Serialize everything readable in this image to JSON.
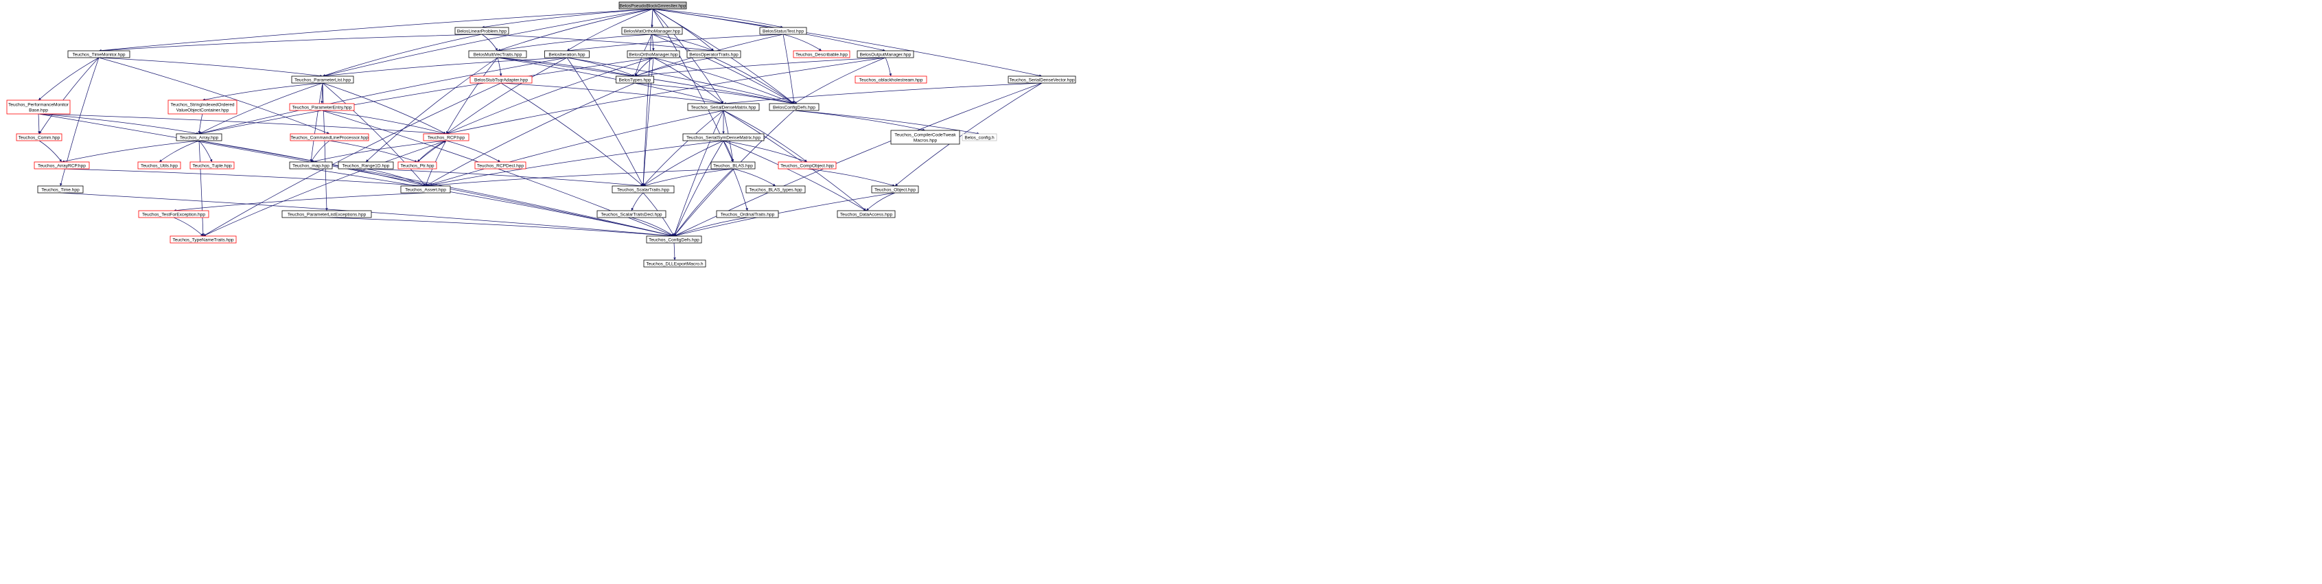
{
  "colors": {
    "edge": "#191970",
    "root_fill": "#bfbfbf",
    "root_border": "#000000",
    "documented_border": "#000000",
    "truncated_border": "#ff0000",
    "external_border": "#bfbfbf",
    "node_fill": "#ffffff"
  },
  "nodes": [
    {
      "id": "root",
      "label": "BelosPseudoBlockGmresIter.hpp",
      "kind": "root"
    },
    {
      "id": "linprob",
      "label": "BelosLinearProblem.hpp",
      "kind": "normal"
    },
    {
      "id": "matortho",
      "label": "BelosMatOrthoManager.hpp",
      "kind": "normal"
    },
    {
      "id": "statustest",
      "label": "BelosStatusTest.hpp",
      "kind": "normal"
    },
    {
      "id": "timemon",
      "label": "Teuchos_TimeMonitor.hpp",
      "kind": "normal"
    },
    {
      "id": "multivec",
      "label": "BelosMultiVecTraits.hpp",
      "kind": "normal"
    },
    {
      "id": "iteration",
      "label": "BelosIteration.hpp",
      "kind": "normal"
    },
    {
      "id": "orthoman",
      "label": "BelosOrthoManager.hpp",
      "kind": "normal"
    },
    {
      "id": "optraits",
      "label": "BelosOperatorTraits.hpp",
      "kind": "normal"
    },
    {
      "id": "describable",
      "label": "Teuchos_Describable.hpp",
      "kind": "truncated"
    },
    {
      "id": "outman",
      "label": "BelosOutputManager.hpp",
      "kind": "normal"
    },
    {
      "id": "paramlist",
      "label": "Teuchos_ParameterList.hpp",
      "kind": "normal"
    },
    {
      "id": "tsqr",
      "label": "BelosStubTsqrAdapter.hpp",
      "kind": "truncated"
    },
    {
      "id": "belostypes",
      "label": "BelosTypes.hpp",
      "kind": "normal"
    },
    {
      "id": "oblack",
      "label": "Teuchos_oblackholestream.hpp",
      "kind": "truncated"
    },
    {
      "id": "serialdensevec",
      "label": "Teuchos_SerialDenseVector.hpp",
      "kind": "normal"
    },
    {
      "id": "perfmon",
      "label": "Teuchos_PerformanceMonitor\nBase.hpp",
      "kind": "truncated"
    },
    {
      "id": "strindexed",
      "label": "Teuchos_StringIndexedOrdered\nValueObjectContainer.hpp",
      "kind": "truncated"
    },
    {
      "id": "paramentry",
      "label": "Teuchos_ParameterEntry.hpp",
      "kind": "truncated"
    },
    {
      "id": "serialdensemat",
      "label": "Teuchos_SerialDenseMatrix.hpp",
      "kind": "normal"
    },
    {
      "id": "belosconfig",
      "label": "BelosConfigDefs.hpp",
      "kind": "normal"
    },
    {
      "id": "comm",
      "label": "Teuchos_Comm.hpp",
      "kind": "truncated"
    },
    {
      "id": "array",
      "label": "Teuchos_Array.hpp",
      "kind": "normal"
    },
    {
      "id": "cmdline",
      "label": "Teuchos_CommandLineProcessor.hpp",
      "kind": "truncated"
    },
    {
      "id": "rcp",
      "label": "Teuchos_RCP.hpp",
      "kind": "truncated"
    },
    {
      "id": "symdense",
      "label": "Teuchos_SerialSymDenseMatrix.hpp",
      "kind": "normal"
    },
    {
      "id": "compilertweak",
      "label": "Teuchos_CompilerCodeTweak\nMacros.hpp",
      "kind": "normal"
    },
    {
      "id": "belosconfigh",
      "label": "Belos_config.h",
      "kind": "external"
    },
    {
      "id": "arrayrcp",
      "label": "Teuchos_ArrayRCP.hpp",
      "kind": "truncated"
    },
    {
      "id": "utils",
      "label": "Teuchos_Utils.hpp",
      "kind": "truncated"
    },
    {
      "id": "tuple",
      "label": "Teuchos_Tuple.hpp",
      "kind": "truncated"
    },
    {
      "id": "map",
      "label": "Teuchos_map.hpp",
      "kind": "normal"
    },
    {
      "id": "range1d",
      "label": "Teuchos_Range1D.hpp",
      "kind": "normal"
    },
    {
      "id": "ptr",
      "label": "Teuchos_Ptr.hpp",
      "kind": "truncated"
    },
    {
      "id": "rcpdecl",
      "label": "Teuchos_RCPDecl.hpp",
      "kind": "truncated"
    },
    {
      "id": "blas",
      "label": "Teuchos_BLAS.hpp",
      "kind": "normal"
    },
    {
      "id": "compobj",
      "label": "Teuchos_CompObject.hpp",
      "kind": "truncated"
    },
    {
      "id": "time",
      "label": "Teuchos_Time.hpp",
      "kind": "normal"
    },
    {
      "id": "assert",
      "label": "Teuchos_Assert.hpp",
      "kind": "normal"
    },
    {
      "id": "scalartraits",
      "label": "Teuchos_ScalarTraits.hpp",
      "kind": "normal"
    },
    {
      "id": "blastypes",
      "label": "Teuchos_BLAS_types.hpp",
      "kind": "normal"
    },
    {
      "id": "object",
      "label": "Teuchos_Object.hpp",
      "kind": "normal"
    },
    {
      "id": "testforexc",
      "label": "Teuchos_TestForException.hpp",
      "kind": "truncated"
    },
    {
      "id": "plexc",
      "label": "Teuchos_ParameterListExceptions.hpp",
      "kind": "normal"
    },
    {
      "id": "sttdecl",
      "label": "Teuchos_ScalarTraitsDecl.hpp",
      "kind": "normal"
    },
    {
      "id": "ordinal",
      "label": "Teuchos_OrdinalTraits.hpp",
      "kind": "normal"
    },
    {
      "id": "dataaccess",
      "label": "Teuchos_DataAccess.hpp",
      "kind": "normal"
    },
    {
      "id": "typenametraits",
      "label": "Teuchos_TypeNameTraits.hpp",
      "kind": "truncated"
    },
    {
      "id": "teuchosconfig",
      "label": "Teuchos_ConfigDefs.hpp",
      "kind": "normal"
    },
    {
      "id": "dllexport",
      "label": "Teuchos_DLLExportMacro.h",
      "kind": "normal"
    }
  ],
  "edges": [
    [
      "root",
      "linprob"
    ],
    [
      "root",
      "matortho"
    ],
    [
      "root",
      "statustest"
    ],
    [
      "root",
      "timemon"
    ],
    [
      "root",
      "multivec"
    ],
    [
      "root",
      "iteration"
    ],
    [
      "root",
      "optraits"
    ],
    [
      "root",
      "outman"
    ],
    [
      "root",
      "paramlist"
    ],
    [
      "root",
      "serialdensevec"
    ],
    [
      "root",
      "serialdensemat"
    ],
    [
      "root",
      "belosconfig"
    ],
    [
      "root",
      "blas"
    ],
    [
      "root",
      "scalartraits"
    ],
    [
      "linprob",
      "multivec"
    ],
    [
      "linprob",
      "optraits"
    ],
    [
      "linprob",
      "timemon"
    ],
    [
      "linprob",
      "paramlist"
    ],
    [
      "matortho",
      "orthoman"
    ],
    [
      "matortho",
      "optraits"
    ],
    [
      "matortho",
      "multivec"
    ],
    [
      "matortho",
      "belostypes"
    ],
    [
      "matortho",
      "belosconfig"
    ],
    [
      "statustest",
      "iteration"
    ],
    [
      "statustest",
      "describable"
    ],
    [
      "statustest",
      "belostypes"
    ],
    [
      "statustest",
      "belosconfig"
    ],
    [
      "timemon",
      "paramlist"
    ],
    [
      "timemon",
      "perfmon"
    ],
    [
      "timemon",
      "comm"
    ],
    [
      "timemon",
      "cmdline"
    ],
    [
      "timemon",
      "time"
    ],
    [
      "multivec",
      "tsqr"
    ],
    [
      "multivec",
      "rcp"
    ],
    [
      "multivec",
      "belostypes"
    ],
    [
      "multivec",
      "serialdensemat"
    ],
    [
      "multivec",
      "range1d"
    ],
    [
      "multivec",
      "belosconfig"
    ],
    [
      "iteration",
      "paramlist"
    ],
    [
      "iteration",
      "belostypes"
    ],
    [
      "iteration",
      "rcp"
    ],
    [
      "iteration",
      "array"
    ],
    [
      "iteration",
      "belosconfig"
    ],
    [
      "iteration",
      "scalartraits"
    ],
    [
      "orthoman",
      "belostypes"
    ],
    [
      "orthoman",
      "serialdensemat"
    ],
    [
      "orthoman",
      "rcp"
    ],
    [
      "orthoman",
      "array"
    ],
    [
      "orthoman",
      "belosconfig"
    ],
    [
      "orthoman",
      "scalartraits"
    ],
    [
      "optraits",
      "belostypes"
    ],
    [
      "optraits",
      "belosconfig"
    ],
    [
      "outman",
      "belostypes"
    ],
    [
      "outman",
      "oblack"
    ],
    [
      "outman",
      "rcp"
    ],
    [
      "outman",
      "belosconfig"
    ],
    [
      "paramlist",
      "strindexed"
    ],
    [
      "paramlist",
      "paramentry"
    ],
    [
      "paramlist",
      "array"
    ],
    [
      "paramlist",
      "rcp"
    ],
    [
      "paramlist",
      "assert"
    ],
    [
      "paramlist",
      "map"
    ],
    [
      "paramlist",
      "plexc"
    ],
    [
      "tsqr",
      "serialdensemat"
    ],
    [
      "tsqr",
      "scalartraits"
    ],
    [
      "tsqr",
      "typenametraits"
    ],
    [
      "belostypes",
      "belosconfig"
    ],
    [
      "belostypes",
      "assert"
    ],
    [
      "serialdensevec",
      "serialdensemat"
    ],
    [
      "serialdensevec",
      "object"
    ],
    [
      "serialdensevec",
      "teuchosconfig"
    ],
    [
      "perfmon",
      "array"
    ],
    [
      "perfmon",
      "comm"
    ],
    [
      "perfmon",
      "rcp"
    ],
    [
      "perfmon",
      "teuchosconfig"
    ],
    [
      "strindexed",
      "array"
    ],
    [
      "paramentry",
      "rcp"
    ],
    [
      "paramentry",
      "teuchosconfig"
    ],
    [
      "serialdensemat",
      "symdense"
    ],
    [
      "serialdensemat",
      "blas"
    ],
    [
      "serialdensemat",
      "compobj"
    ],
    [
      "serialdensemat",
      "assert"
    ],
    [
      "serialdensemat",
      "scalartraits"
    ],
    [
      "serialdensemat",
      "dataaccess"
    ],
    [
      "serialdensemat",
      "teuchosconfig"
    ],
    [
      "belosconfig",
      "compilertweak"
    ],
    [
      "belosconfig",
      "belosconfigh"
    ],
    [
      "belosconfig",
      "teuchosconfig"
    ],
    [
      "comm",
      "arrayrcp"
    ],
    [
      "array",
      "arrayrcp"
    ],
    [
      "array",
      "utils"
    ],
    [
      "array",
      "tuple"
    ],
    [
      "array",
      "assert"
    ],
    [
      "array",
      "typenametraits"
    ],
    [
      "array",
      "teuchosconfig"
    ],
    [
      "cmdline",
      "map"
    ],
    [
      "cmdline",
      "ptr"
    ],
    [
      "rcp",
      "map"
    ],
    [
      "rcp",
      "ptr"
    ],
    [
      "rcp",
      "rcpdecl"
    ],
    [
      "rcp",
      "assert"
    ],
    [
      "rcp",
      "typenametraits"
    ],
    [
      "ptr",
      "rcp"
    ],
    [
      "symdense",
      "blas"
    ],
    [
      "symdense",
      "compobj"
    ],
    [
      "symdense",
      "dataaccess"
    ],
    [
      "symdense",
      "assert"
    ],
    [
      "symdense",
      "scalartraits"
    ],
    [
      "symdense",
      "teuchosconfig"
    ],
    [
      "arrayrcp",
      "assert"
    ],
    [
      "map",
      "teuchosconfig"
    ],
    [
      "range1d",
      "assert"
    ],
    [
      "range1d",
      "scalartraits"
    ],
    [
      "blas",
      "blastypes"
    ],
    [
      "blas",
      "ordinal"
    ],
    [
      "blas",
      "scalartraits"
    ],
    [
      "blas",
      "assert"
    ],
    [
      "blas",
      "teuchosconfig"
    ],
    [
      "compobj",
      "object"
    ],
    [
      "time",
      "teuchosconfig"
    ],
    [
      "assert",
      "testforexc"
    ],
    [
      "scalartraits",
      "sttdecl"
    ],
    [
      "scalartraits",
      "teuchosconfig"
    ],
    [
      "object",
      "dataaccess"
    ],
    [
      "object",
      "teuchosconfig"
    ],
    [
      "testforexc",
      "typenametraits"
    ],
    [
      "plexc",
      "teuchosconfig"
    ],
    [
      "sttdecl",
      "teuchosconfig"
    ],
    [
      "ordinal",
      "teuchosconfig"
    ],
    [
      "teuchosconfig",
      "dllexport"
    ]
  ]
}
